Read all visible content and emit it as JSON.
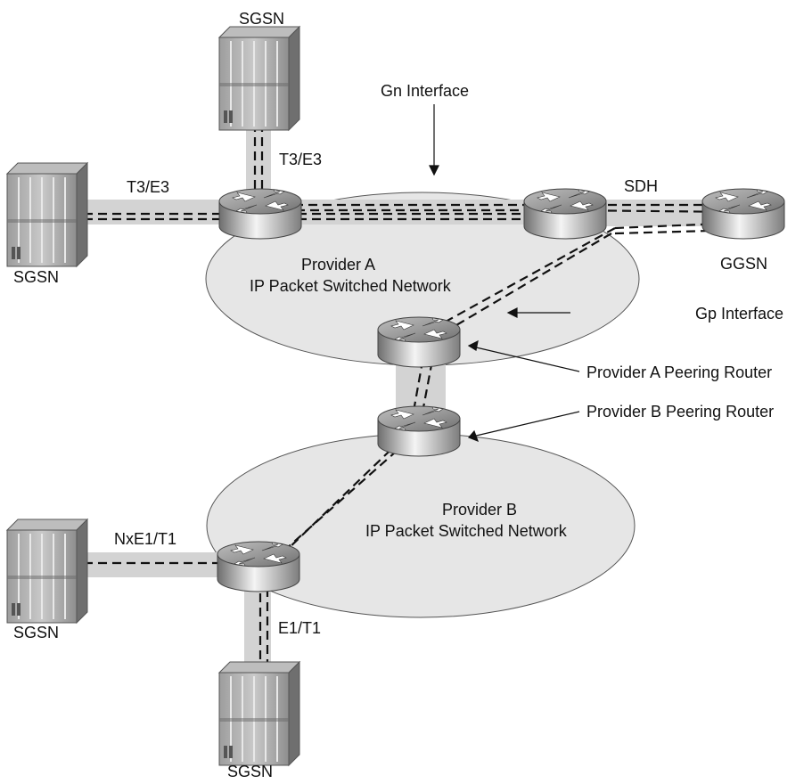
{
  "colors": {
    "cloud_fill": "#e6e6e6",
    "link_band": "#d3d3d3",
    "device_dark": "#7a7a7a",
    "device_light": "#f2f2f2",
    "line": "#111111"
  },
  "labels": {
    "sgsn_top": "SGSN",
    "sgsn_left": "SGSN",
    "sgsn_bottom_left": "SGSN",
    "sgsn_bottom": "SGSN",
    "ggsn": "GGSN",
    "gn_interface": "Gn Interface",
    "gp_interface": "Gp Interface",
    "t3e3_top": "T3/E3",
    "t3e3_left": "T3/E3",
    "sdh": "SDH",
    "nxe1t1": "NxE1/T1",
    "e1t1": "E1/T1",
    "provider_a_line1": "Provider A",
    "provider_a_line2": "IP Packet Switched Network",
    "provider_b_line1": "Provider B",
    "provider_b_line2": "IP Packet Switched Network",
    "provider_a_peering": "Provider A Peering Router",
    "provider_b_peering": "Provider B Peering Router"
  },
  "icons": {
    "router": "router-icon",
    "server": "sgsn-server-icon"
  }
}
